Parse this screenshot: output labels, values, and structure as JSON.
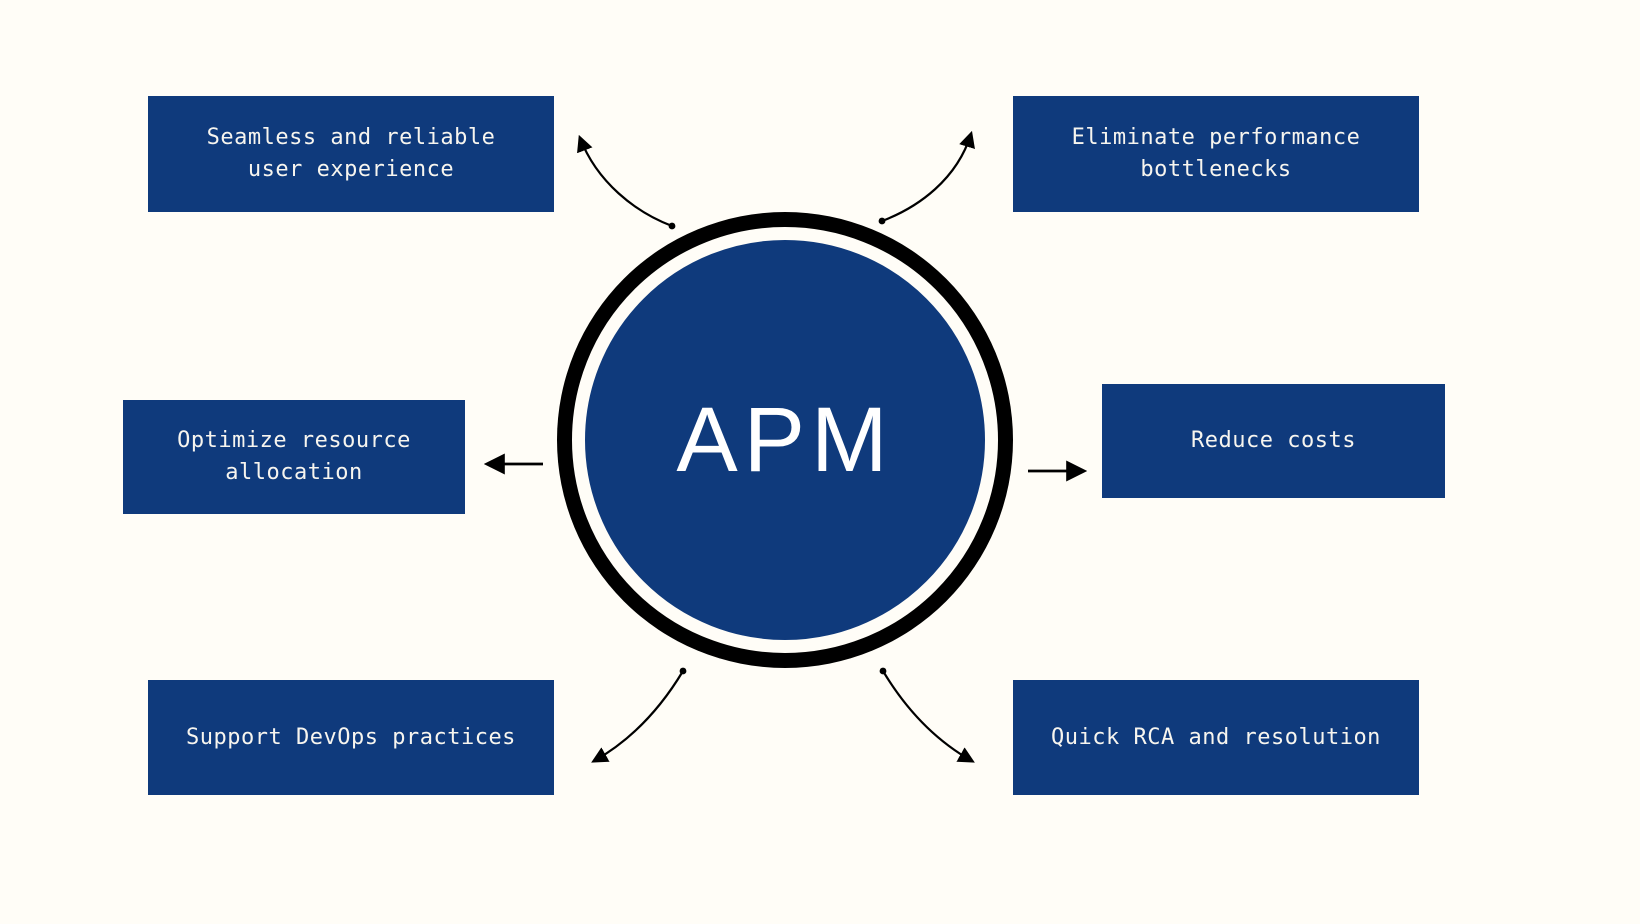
{
  "colors": {
    "background": "#fffdf7",
    "box": "#0f3a7c",
    "box_text": "#f7f5ef",
    "ring": "#000000",
    "arrow": "#000000"
  },
  "center": {
    "label": "APM"
  },
  "nodes": [
    {
      "position": "top-left",
      "label": "Seamless and reliable user experience"
    },
    {
      "position": "top-right",
      "label": "Eliminate performance bottlenecks"
    },
    {
      "position": "middle-left",
      "label": "Optimize resource allocation"
    },
    {
      "position": "middle-right",
      "label": "Reduce costs"
    },
    {
      "position": "bottom-left",
      "label": "Support DevOps practices"
    },
    {
      "position": "bottom-right",
      "label": "Quick RCA and resolution"
    }
  ]
}
